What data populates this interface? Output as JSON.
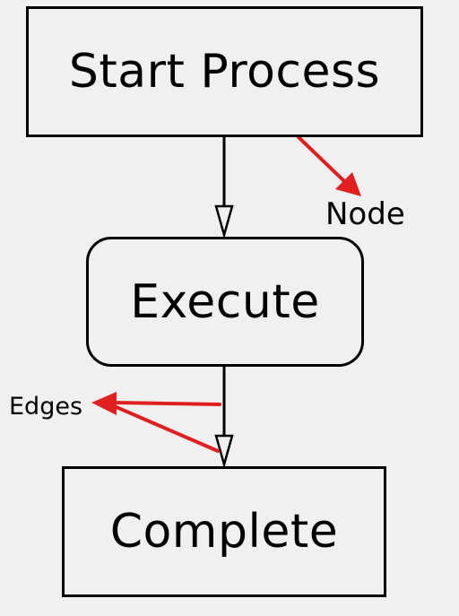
{
  "diagram": {
    "nodes": [
      {
        "id": "start",
        "label": "Start Process",
        "shape": "rectangle"
      },
      {
        "id": "execute",
        "label": "Execute",
        "shape": "rounded-rectangle"
      },
      {
        "id": "complete",
        "label": "Complete",
        "shape": "rectangle"
      }
    ],
    "edges": [
      {
        "from": "start",
        "to": "execute",
        "arrowhead": "hollow-triangle"
      },
      {
        "from": "execute",
        "to": "complete",
        "arrowhead": "hollow-triangle"
      }
    ],
    "annotations": {
      "node_label": "Node",
      "edges_label": "Edges",
      "pointer_color": "#e02020"
    },
    "colors": {
      "background": "#f0f0f0",
      "stroke": "#000000",
      "text": "#000000"
    }
  }
}
